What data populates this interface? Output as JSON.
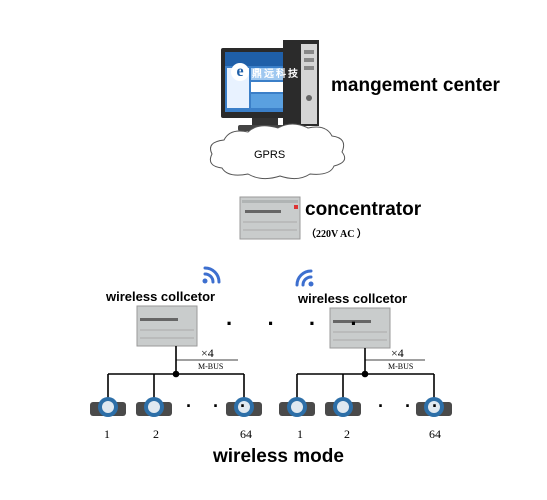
{
  "center": {
    "label": "mangement center",
    "screen_brand": "鼎远科技",
    "logo_letter": "e"
  },
  "network": {
    "label": "GPRS"
  },
  "concentrator": {
    "label": "concentrator",
    "power": "（220V AC ）"
  },
  "collectors": [
    {
      "label": "wireless collcetor"
    },
    {
      "label": "wireless collcetor"
    }
  ],
  "bus": {
    "multiplier": "×4",
    "type": "M-BUS"
  },
  "meter_numbers": [
    "1",
    "2",
    "64"
  ],
  "ellipsis_mid": "· · · ·",
  "ellipsis_meters": "· · ·",
  "footer": {
    "label": "wireless mode"
  },
  "colors": {
    "wifi": "#3d6fcf",
    "cloud_stroke": "#555555",
    "device_grey": "#c9cccc",
    "meter_blue": "#2d6fa8"
  }
}
